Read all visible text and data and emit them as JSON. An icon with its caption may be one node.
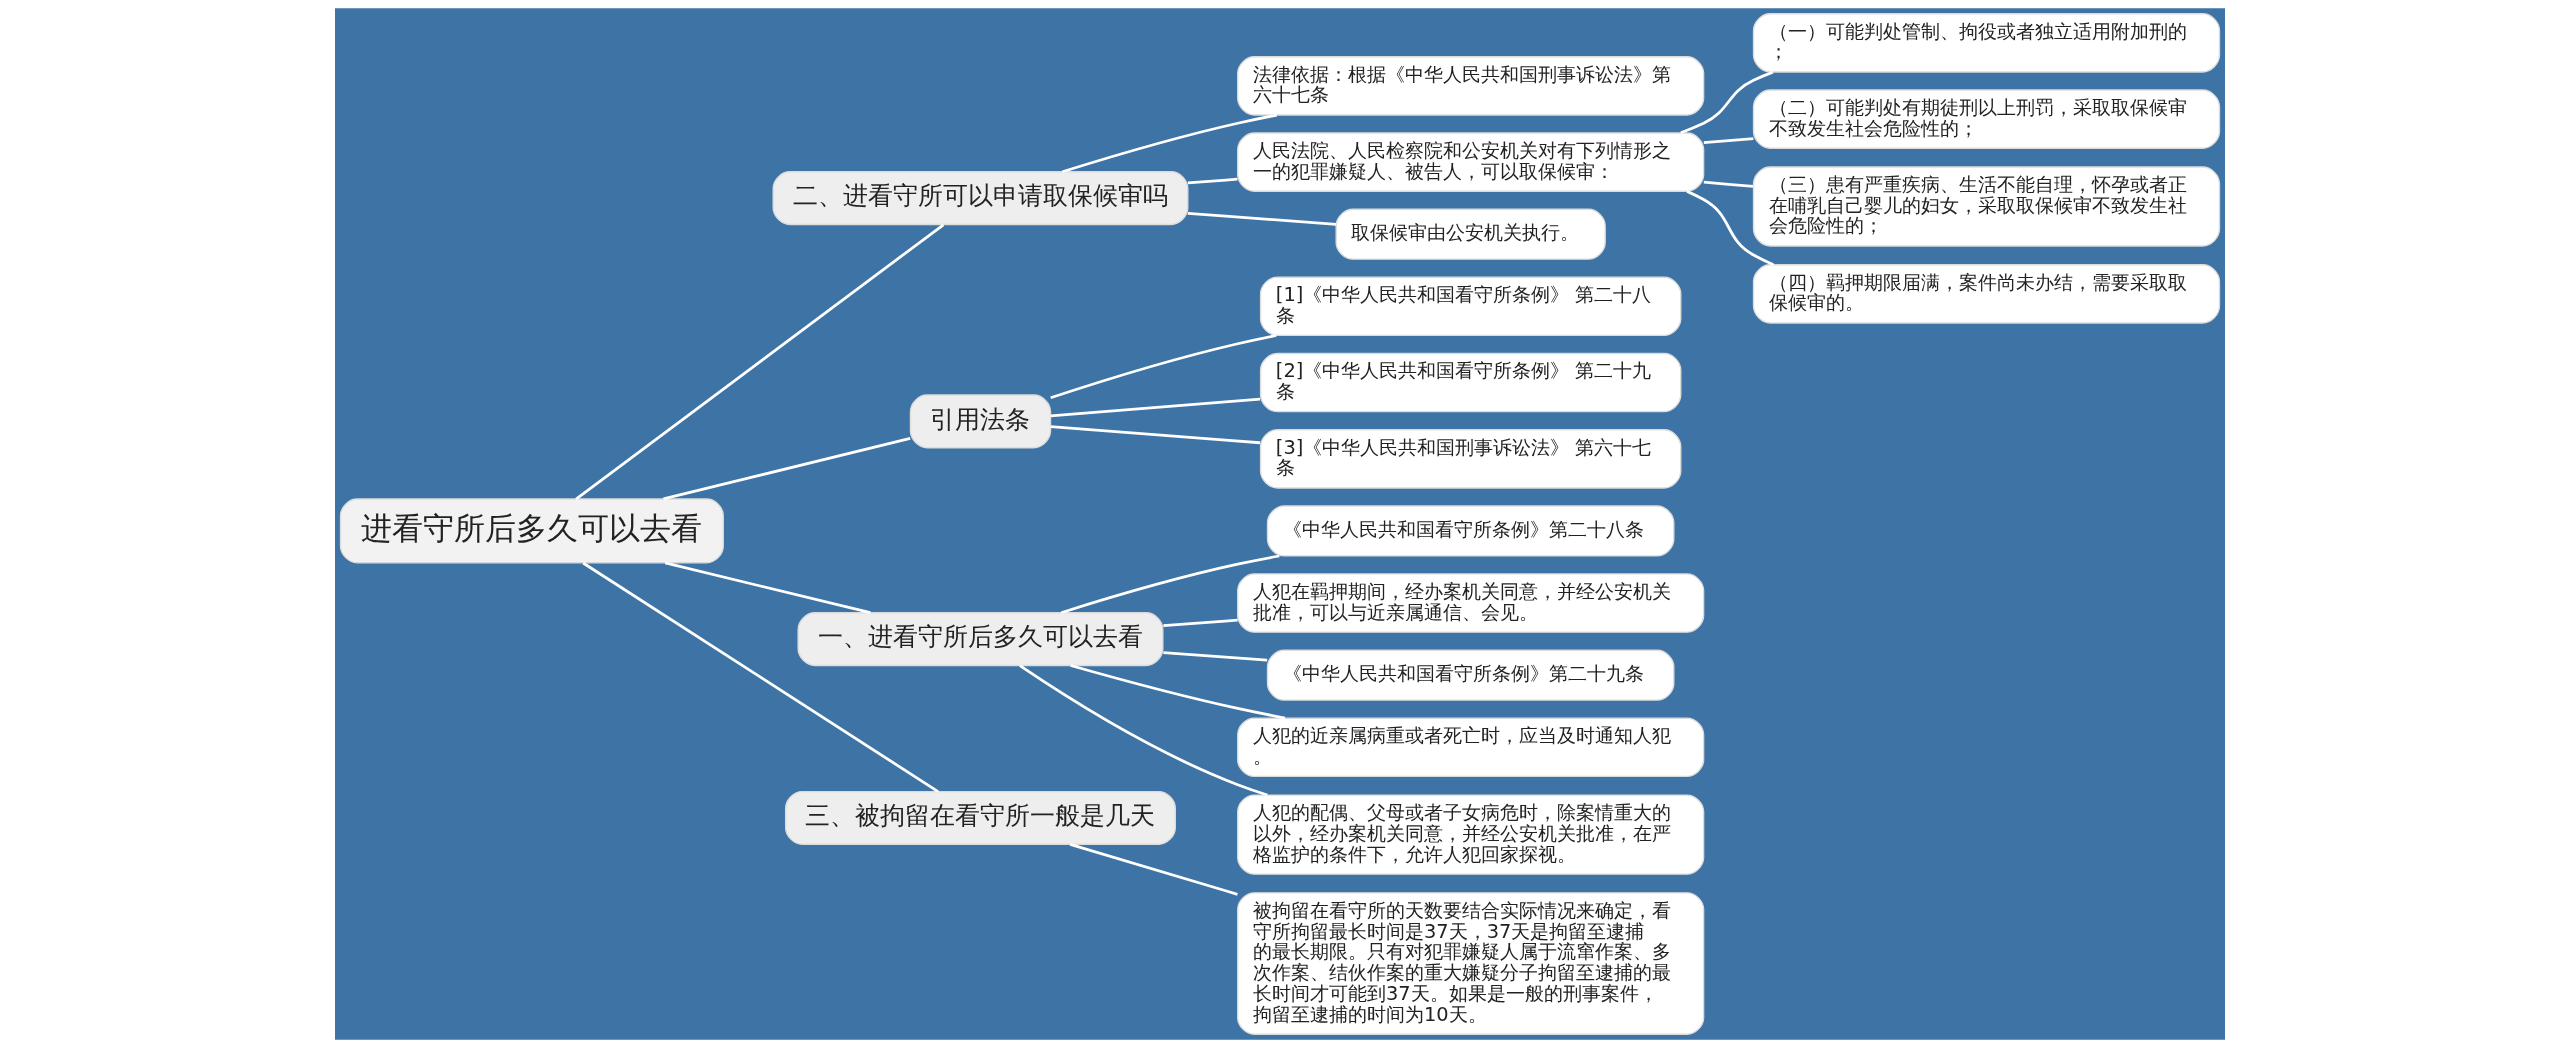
{
  "diagram": {
    "nodes": [
      {
        "text": [
          "进看守所后多久可以去看"
        ]
      },
      {
        "text": [
          "二、进看守所可以申请取保候审吗"
        ]
      },
      {
        "text": [
          "法律依据：根据《中华人民共和国刑事诉讼法》第六十七条"
        ]
      },
      {
        "text": [
          "人民法院、人民检察院和公安机关对有下列情形之一的犯罪嫌疑人、被告人，可以取保候审："
        ]
      },
      {
        "text": [
          "（一）可能判处管制、拘役或者独立适用附加刑的；"
        ]
      },
      {
        "text": [
          "（二）可能判处有期徒刑以上刑罚，采取取保候审不致发生社会危险性的；"
        ]
      },
      {
        "text": [
          "（三）患有严重疾病、生活不能自理，怀孕或者正在哺乳自己婴儿的妇女，采取取保候审不致发生社会危险性的；"
        ]
      },
      {
        "text": [
          "（四）羁押期限届满，案件尚未办结，需要采取取保候审的。"
        ]
      },
      {
        "text": [
          "取保候审由公安机关执行。"
        ]
      },
      {
        "text": [
          "引用法条"
        ]
      },
      {
        "text": [
          "[1]《中华人民共和国看守所条例》 第二十八条"
        ]
      },
      {
        "text": [
          "[2]《中华人民共和国看守所条例》 第二十九条"
        ]
      },
      {
        "text": [
          "[3]《中华人民共和国刑事诉讼法》 第六十七条"
        ]
      },
      {
        "text": [
          "一、进看守所后多久可以去看"
        ]
      },
      {
        "text": [
          "《中华人民共和国看守所条例》第二十八条"
        ]
      },
      {
        "text": [
          "人犯在羁押期间，经办案机关同意，并经公安机关批准，可以与近亲属通信、会见。"
        ]
      },
      {
        "text": [
          "《中华人民共和国看守所条例》第二十九条"
        ]
      },
      {
        "text": [
          "人犯的近亲属病重或者死亡时，应当及时通知人犯。"
        ]
      },
      {
        "text": [
          "人犯的配偶、父母或者子女病危时，除案情重大的以外，经办案机关同意，并经公安机关批准，在严格监护的条件下，允许人犯回家探视。"
        ]
      },
      {
        "text": [
          "三、被拘留在看守所一般是几天"
        ]
      },
      {
        "text": [
          "被拘留在看守所的天数要结合实际情况来确定，看守所拘留最长时间是37天，37天是拘留至逮捕的最长期限。只有对犯罪嫌疑人属于流窜作案、多次作案、结伙作案的重大嫌疑分子拘留至逮捕的最长时间才可能到37天。如果是一般的刑事案件，拘留至逮捕的时间为10天。"
        ]
      }
    ],
    "edges": [
      {
        "from": 0,
        "to": 1,
        "arrow": "none"
      },
      {
        "from": 1,
        "to": 2,
        "arrow": "none"
      },
      {
        "from": 1,
        "to": 3,
        "arrow": "none"
      },
      {
        "from": 3,
        "to": 4,
        "arrow": "none"
      },
      {
        "from": 3,
        "to": 5,
        "arrow": "none"
      },
      {
        "from": 3,
        "to": 6,
        "arrow": "none"
      },
      {
        "from": 3,
        "to": 7,
        "arrow": "none"
      },
      {
        "from": 1,
        "to": 8,
        "arrow": "none"
      },
      {
        "from": 0,
        "to": 9,
        "arrow": "none"
      },
      {
        "from": 9,
        "to": 10,
        "arrow": "none"
      },
      {
        "from": 9,
        "to": 11,
        "arrow": "none"
      },
      {
        "from": 9,
        "to": 12,
        "arrow": "none"
      },
      {
        "from": 0,
        "to": 13,
        "arrow": "none"
      },
      {
        "from": 13,
        "to": 14,
        "arrow": "none"
      },
      {
        "from": 13,
        "to": 15,
        "arrow": "none"
      },
      {
        "from": 13,
        "to": 16,
        "arrow": "none"
      },
      {
        "from": 13,
        "to": 17,
        "arrow": "none"
      },
      {
        "from": 13,
        "to": 18,
        "arrow": "none"
      },
      {
        "from": 0,
        "to": 19,
        "arrow": "none"
      },
      {
        "from": 19,
        "to": 20,
        "arrow": "none"
      }
    ]
  }
}
